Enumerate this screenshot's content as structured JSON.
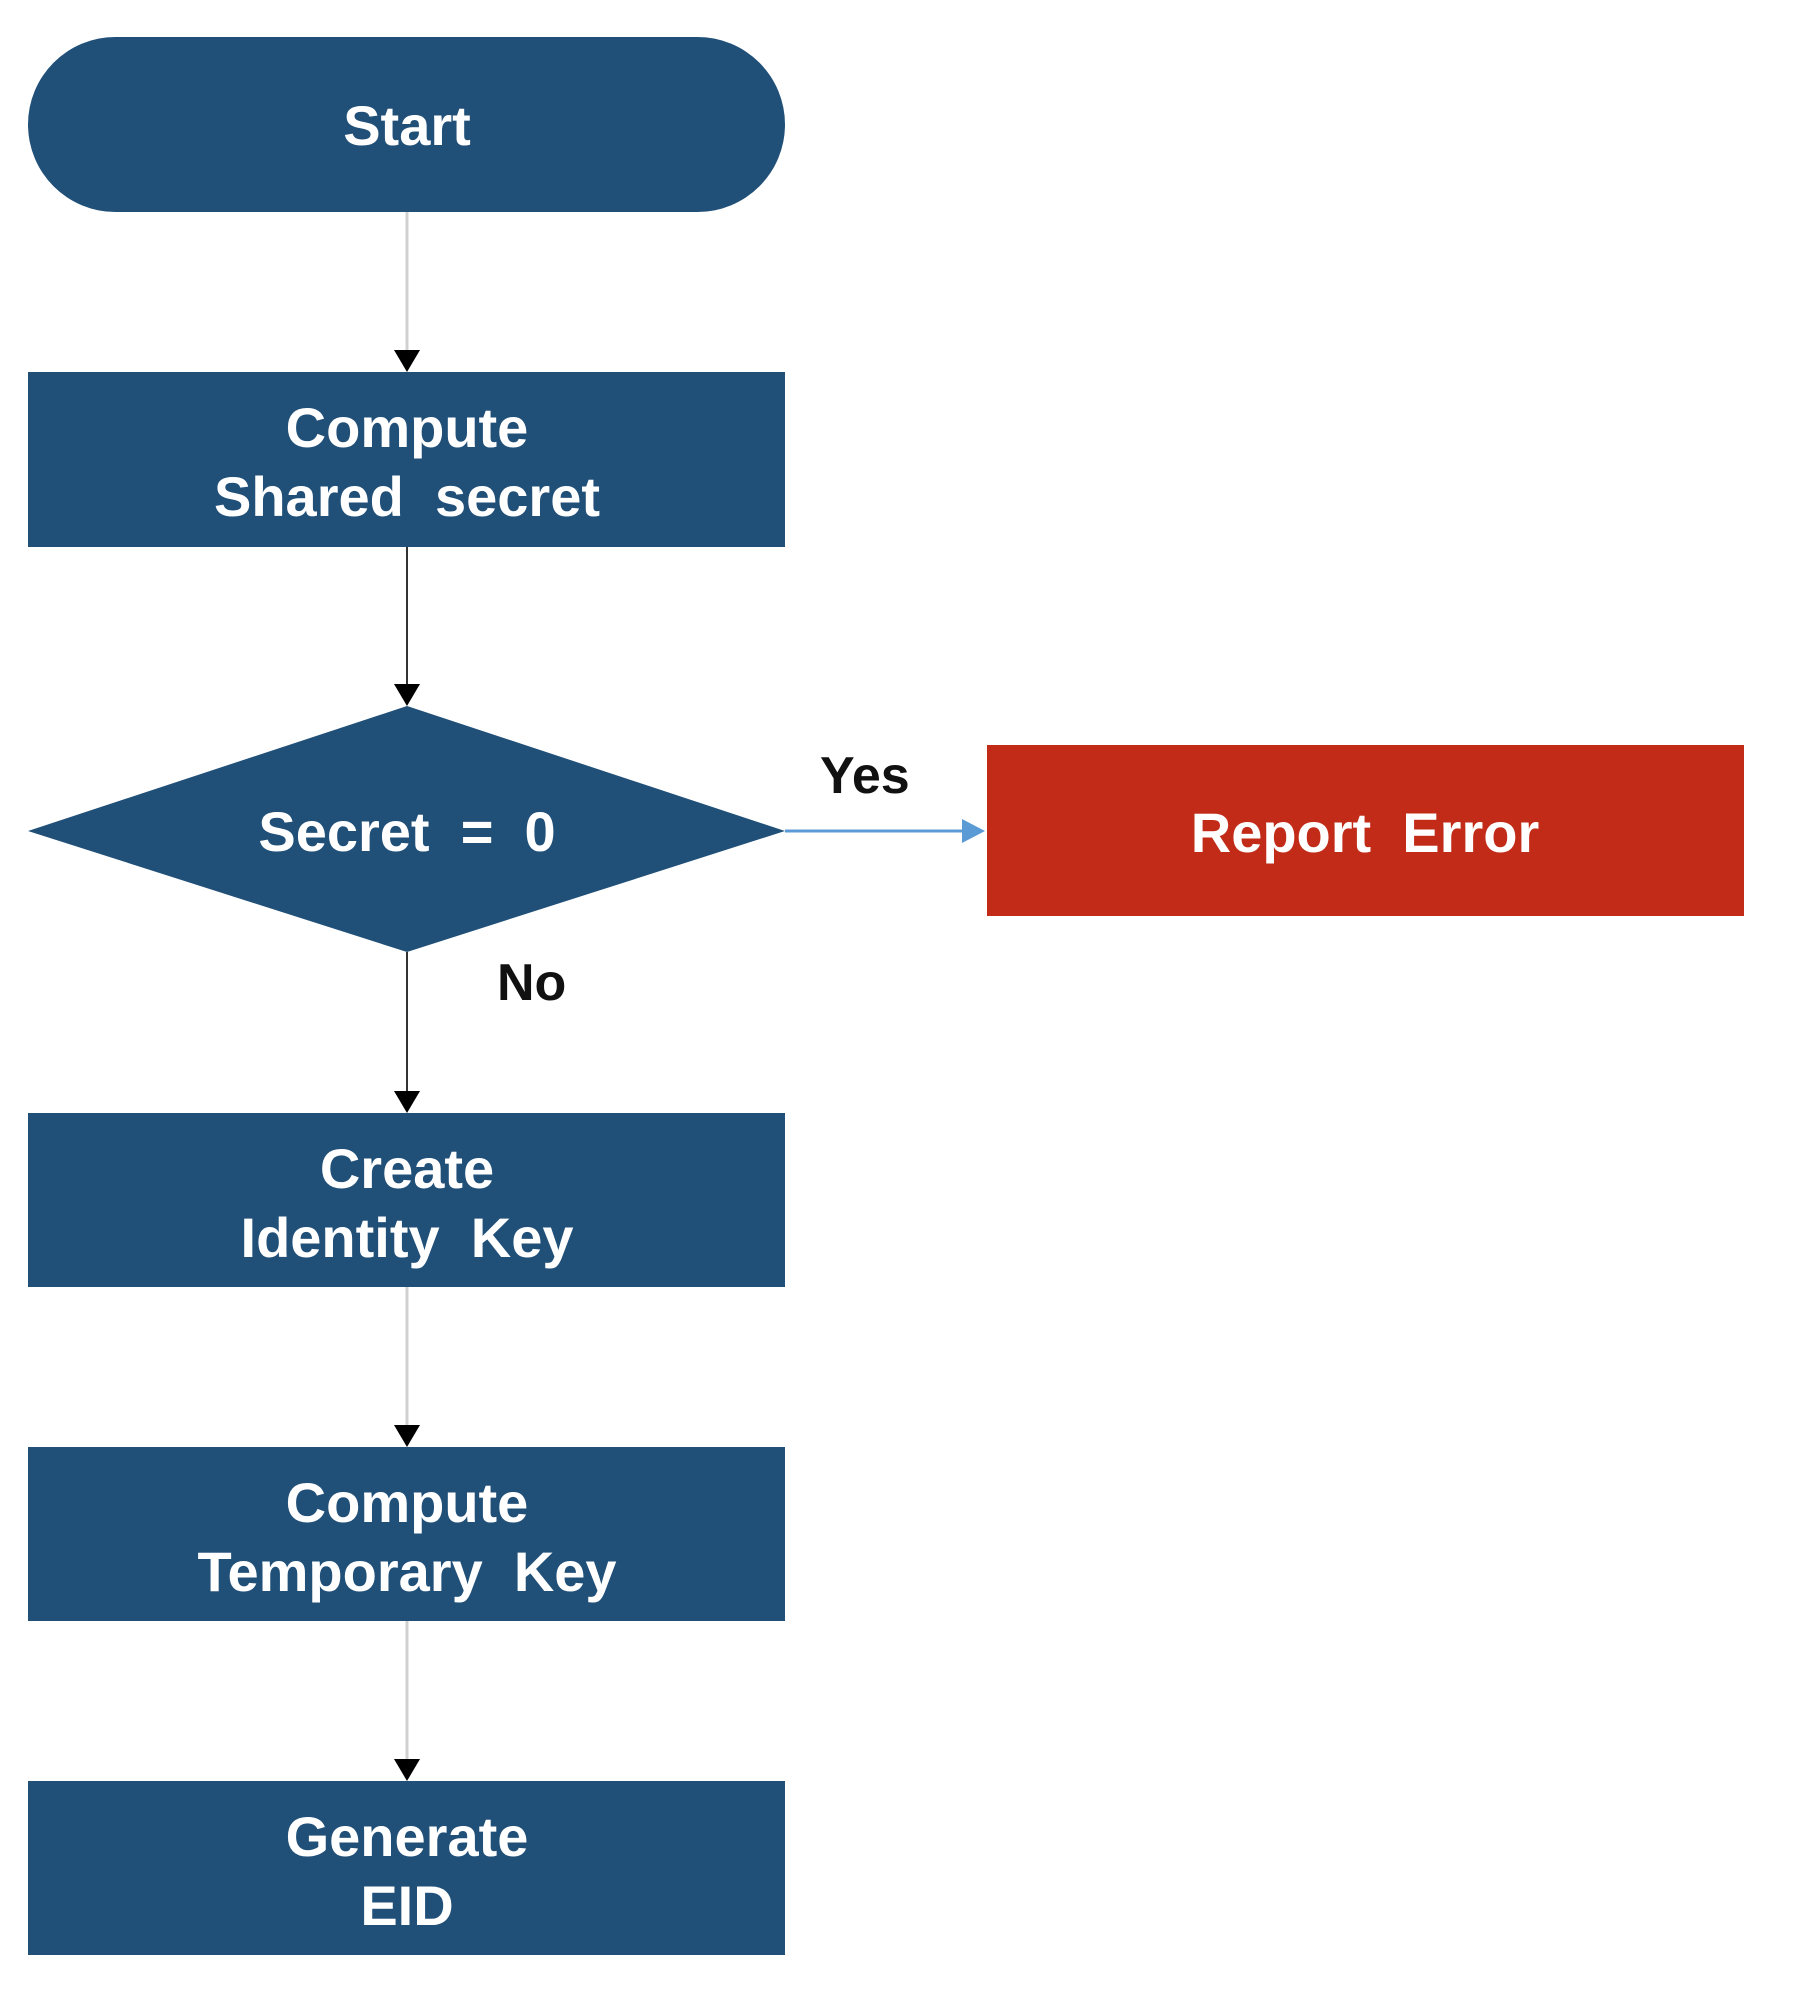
{
  "colors": {
    "node_fill": "#204f78",
    "error_fill": "#c12b17",
    "node_text": "#ffffff",
    "connector_gray": "#d0d0d0",
    "connector_dark": "#333333",
    "connector_blue": "#5b9bd5",
    "arrowhead": "#000000",
    "edge_label": "#111111"
  },
  "nodes": {
    "start": {
      "lines": [
        "Start"
      ]
    },
    "compute_shared_secret": {
      "lines": [
        "Compute",
        "Shared  secret"
      ]
    },
    "secret_check": {
      "lines": [
        "Secret  =  0"
      ]
    },
    "report_error": {
      "lines": [
        "Report  Error"
      ]
    },
    "create_identity_key": {
      "lines": [
        "Create",
        "Identity  Key"
      ]
    },
    "compute_temporary_key": {
      "lines": [
        "Compute",
        "Temporary  Key"
      ]
    },
    "generate_eid": {
      "lines": [
        "Generate",
        "EID"
      ]
    }
  },
  "edge_labels": {
    "yes": "Yes",
    "no": "No"
  }
}
